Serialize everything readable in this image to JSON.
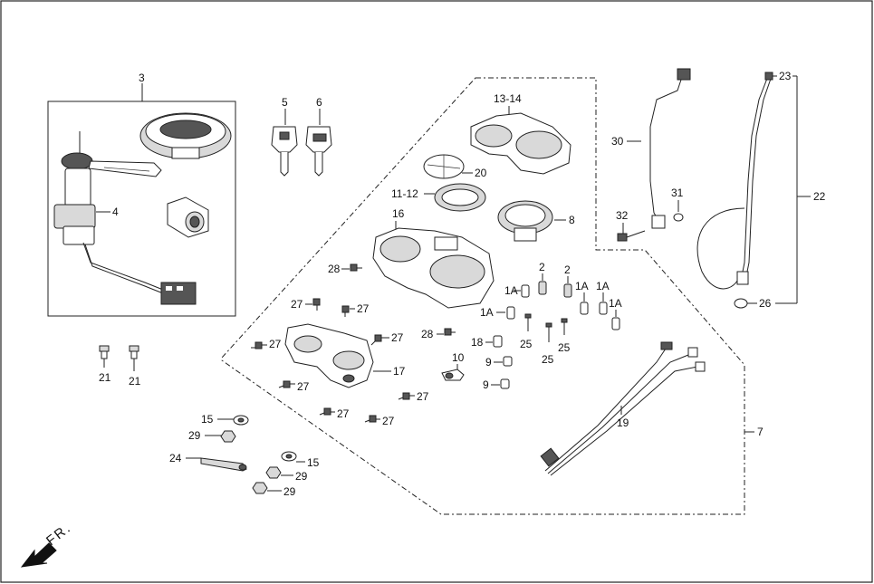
{
  "direction_label": "FR.",
  "callouts": {
    "c3": "3",
    "c4": "4",
    "c5": "5",
    "c6": "6",
    "c13_14": "13-14",
    "c20": "20",
    "c11_12": "11-12",
    "c8": "8",
    "c16": "16",
    "c30": "30",
    "c23": "23",
    "c22": "22",
    "c31": "31",
    "c32": "32",
    "c26": "26",
    "c28a": "28",
    "c27a": "27",
    "c27b": "27",
    "c2a": "2",
    "c2b": "2",
    "c1a": "1A",
    "c1b": "1A",
    "c1c": "1A",
    "c1d": "1A",
    "c1e": "1A",
    "c28b": "28",
    "c27c": "27",
    "c27d": "27",
    "c18": "18",
    "c25a": "25",
    "c25b": "25",
    "c25c": "25",
    "c21a": "21",
    "c21b": "21",
    "c10": "10",
    "c9a": "9",
    "c9b": "9",
    "c17": "17",
    "c27e": "27",
    "c27f": "27",
    "c27g": "27",
    "c27h": "27",
    "c19": "19",
    "c7": "7",
    "c15a": "15",
    "c29a": "29",
    "c24": "24",
    "c15b": "15",
    "c29b": "29",
    "c29c": "29"
  }
}
